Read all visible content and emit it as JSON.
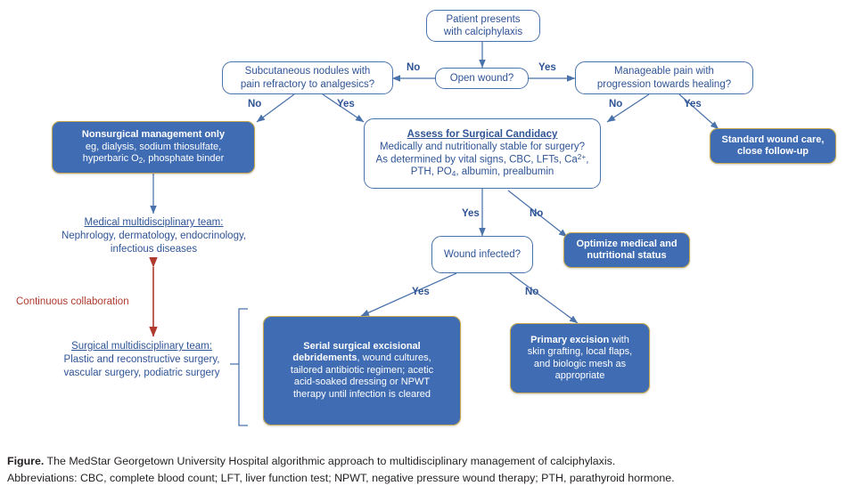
{
  "figure": {
    "caption_label": "Figure.",
    "caption_line1": " The MedStar Georgetown University Hospital algorithmic approach to multidisciplinary management of calciphylaxis.",
    "caption_line2": "Abbreviations: CBC, complete blood count; LFT, liver function test; NPWT, negative pressure wound therapy; PTH, parathyroid hormone."
  },
  "colors": {
    "node_fill_blue": "#3f6cb3",
    "node_border_gold": "#c8a84b",
    "outline_blue": "#4a72ab",
    "text_blue": "#2f5496",
    "collaboration_red": "#b03a2e",
    "page_background": "#ffffff"
  },
  "chart_data": {
    "type": "diagram",
    "title": "MedStar Georgetown University Hospital algorithmic approach to multidisciplinary management of calciphylaxis",
    "nodes": [
      {
        "id": "start",
        "label": "Patient presents with calciphylaxis",
        "style": "outlined"
      },
      {
        "id": "open_wound",
        "label": "Open wound?",
        "style": "outlined"
      },
      {
        "id": "nodules",
        "label": "Subcutaneous nodules with pain refractory to analgesics?",
        "style": "outlined"
      },
      {
        "id": "manageable_pain",
        "label": "Manageable pain with progression towards healing?",
        "style": "outlined"
      },
      {
        "id": "nonsurgical",
        "label": "Nonsurgical management only eg, dialysis, sodium thiosulfate, hyperbaric O2, phosphate binder",
        "style": "filled"
      },
      {
        "id": "assess",
        "label": "Assess for Surgical Candidacy",
        "style": "outlined"
      },
      {
        "id": "standard_care",
        "label": "Standard wound care, close follow-up",
        "style": "filled"
      },
      {
        "id": "medical_team",
        "label": "Medical multidisciplinary team: Nephrology, dermatology, endocrinology, infectious diseases",
        "style": "plaintext"
      },
      {
        "id": "wound_infected",
        "label": "Wound infected?",
        "style": "outlined"
      },
      {
        "id": "optimize",
        "label": "Optimize medical and nutritional status",
        "style": "filled"
      },
      {
        "id": "surgical_team",
        "label": "Surgical multidisciplinary team: Plastic and reconstructive surgery, vascular surgery, podiatric surgery",
        "style": "plaintext"
      },
      {
        "id": "serial_debridement",
        "label": "Serial surgical excisional debridements, wound cultures, tailored antibiotic regimen; acetic acid-soaked dressing or NPWT therapy until infection is cleared",
        "style": "filled"
      },
      {
        "id": "primary_excision",
        "label": "Primary excision with skin grafting, local flaps, and biologic mesh as appropriate",
        "style": "filled"
      }
    ],
    "edges": [
      {
        "from": "start",
        "to": "open_wound",
        "label": ""
      },
      {
        "from": "open_wound",
        "to": "nodules",
        "label": "No"
      },
      {
        "from": "open_wound",
        "to": "manageable_pain",
        "label": "Yes"
      },
      {
        "from": "nodules",
        "to": "nonsurgical",
        "label": "No"
      },
      {
        "from": "nodules",
        "to": "assess",
        "label": "Yes"
      },
      {
        "from": "manageable_pain",
        "to": "assess",
        "label": "No"
      },
      {
        "from": "manageable_pain",
        "to": "standard_care",
        "label": "Yes"
      },
      {
        "from": "nonsurgical",
        "to": "medical_team",
        "label": ""
      },
      {
        "from": "assess",
        "to": "wound_infected",
        "label": "Yes"
      },
      {
        "from": "assess",
        "to": "optimize",
        "label": "No"
      },
      {
        "from": "wound_infected",
        "to": "serial_debridement",
        "label": "Yes"
      },
      {
        "from": "wound_infected",
        "to": "primary_excision",
        "label": "No"
      },
      {
        "from": "medical_team",
        "to": "surgical_team",
        "label": "Continuous collaboration",
        "style": "double-arrow-red"
      }
    ]
  },
  "nodes": {
    "start": {
      "line1": "Patient presents",
      "line2": "with calciphylaxis"
    },
    "open_wound": {
      "line1": "Open wound?"
    },
    "nodules": {
      "line1": "Subcutaneous nodules with",
      "line2": "pain refractory to analgesics?"
    },
    "manageable_pain": {
      "line1": "Manageable pain with",
      "line2": "progression towards healing?"
    },
    "nonsurgical": {
      "line1": "Nonsurgical management only",
      "line2": "eg, dialysis, sodium thiosulfate,",
      "line3_a": "hyperbaric O",
      "line3_sub": "2",
      "line3_b": ", phosphate binder"
    },
    "assess": {
      "title": "Assess for Surgical Candidacy",
      "line2": "Medically and nutritionally stable for surgery?",
      "line3_a": "As determined by vital signs, CBC, LFTs, Ca",
      "line3_sup": "2+",
      "line3_b": ",",
      "line4_a": "PTH, PO",
      "line4_sub": "4",
      "line4_b": ", albumin, prealbumin"
    },
    "standard_care": {
      "line1": "Standard wound care,",
      "line2": "close follow-up"
    },
    "medical_team": {
      "header": "Medical multidisciplinary team:",
      "line2": "Nephrology, dermatology, endocrinology,",
      "line3": "infectious diseases"
    },
    "wound_infected": {
      "line1": "Wound infected?"
    },
    "optimize": {
      "line1": "Optimize medical and",
      "line2": "nutritional status"
    },
    "surgical_team": {
      "header": "Surgical multidisciplinary team:",
      "line2": "Plastic and reconstructive surgery,",
      "line3": "vascular surgery, podiatric surgery"
    },
    "serial_debridement": {
      "bold1": "Serial surgical excisional",
      "bold2": "debridements",
      "rest2": ", wound cultures,",
      "line3": "tailored antibiotic regimen; acetic",
      "line4": "acid-soaked dressing or NPWT",
      "line5": "therapy until infection is cleared"
    },
    "primary_excision": {
      "bold1": "Primary excision",
      "rest1": " with",
      "line2": "skin grafting, local flaps,",
      "line3": "and biologic mesh as",
      "line4": "appropriate"
    }
  },
  "edge_labels": {
    "open_wound_no": "No",
    "open_wound_yes": "Yes",
    "nodules_no": "No",
    "nodules_yes": "Yes",
    "pain_no": "No",
    "pain_yes": "Yes",
    "assess_yes": "Yes",
    "assess_no": "No",
    "infected_yes": "Yes",
    "infected_no": "No",
    "continuous_collaboration": "Continuous collaboration"
  }
}
